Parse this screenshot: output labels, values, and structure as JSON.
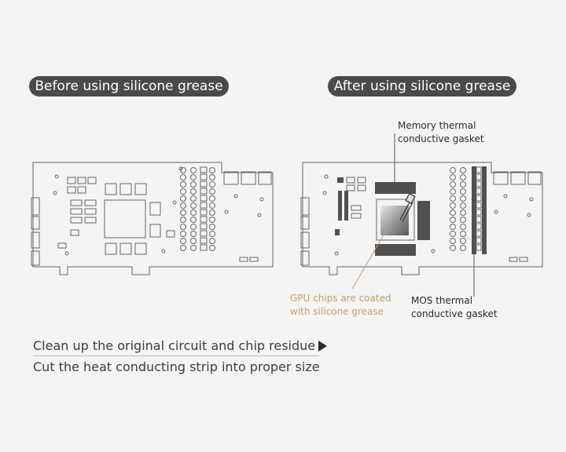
{
  "headings": {
    "before": "Before using silicone grease",
    "after": "After using silicone grease"
  },
  "callouts": {
    "memory_line1": "Memory thermal",
    "memory_line2": "conductive gasket",
    "gpu_line1": "GPU chips are coated",
    "gpu_line2": "with silicone grease",
    "mos_line1": "MOS thermal",
    "mos_line2": "conductive gasket"
  },
  "steps": {
    "step1": "Clean up the original circuit and chip residue",
    "step2": "Cut the heat conducting strip into proper size"
  },
  "colors": {
    "pill_bg": "#4a4a4a",
    "pad": "#505050",
    "gpu_label": "#c4a06a",
    "outline": "#666666"
  },
  "icons": {
    "step_arrow": "triangle-right-icon"
  }
}
